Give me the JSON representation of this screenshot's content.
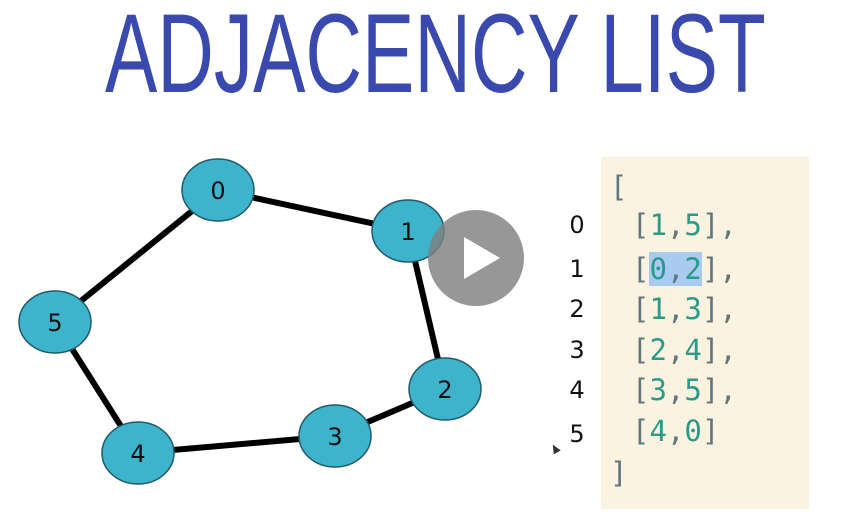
{
  "title": "ADJACENCY LIST",
  "graph": {
    "nodes": [
      "0",
      "1",
      "2",
      "3",
      "4",
      "5"
    ],
    "edges": [
      [
        "0",
        "1"
      ],
      [
        "1",
        "2"
      ],
      [
        "2",
        "3"
      ],
      [
        "3",
        "4"
      ],
      [
        "4",
        "5"
      ],
      [
        "5",
        "0"
      ]
    ]
  },
  "adjacency": {
    "open_bracket": "[",
    "close_bracket": "]",
    "rows": [
      {
        "index": "0",
        "a": "1",
        "b": "5",
        "end": "],"
      },
      {
        "index": "1",
        "a": "0",
        "b": "2",
        "end": "],"
      },
      {
        "index": "2",
        "a": "1",
        "b": "3",
        "end": "],"
      },
      {
        "index": "3",
        "a": "2",
        "b": "4",
        "end": "],"
      },
      {
        "index": "4",
        "a": "3",
        "b": "5",
        "end": "],"
      },
      {
        "index": "5",
        "a": "4",
        "b": "0",
        "end": "]"
      }
    ],
    "highlighted_row": "1"
  },
  "video": {
    "play_icon": "play-icon"
  }
}
